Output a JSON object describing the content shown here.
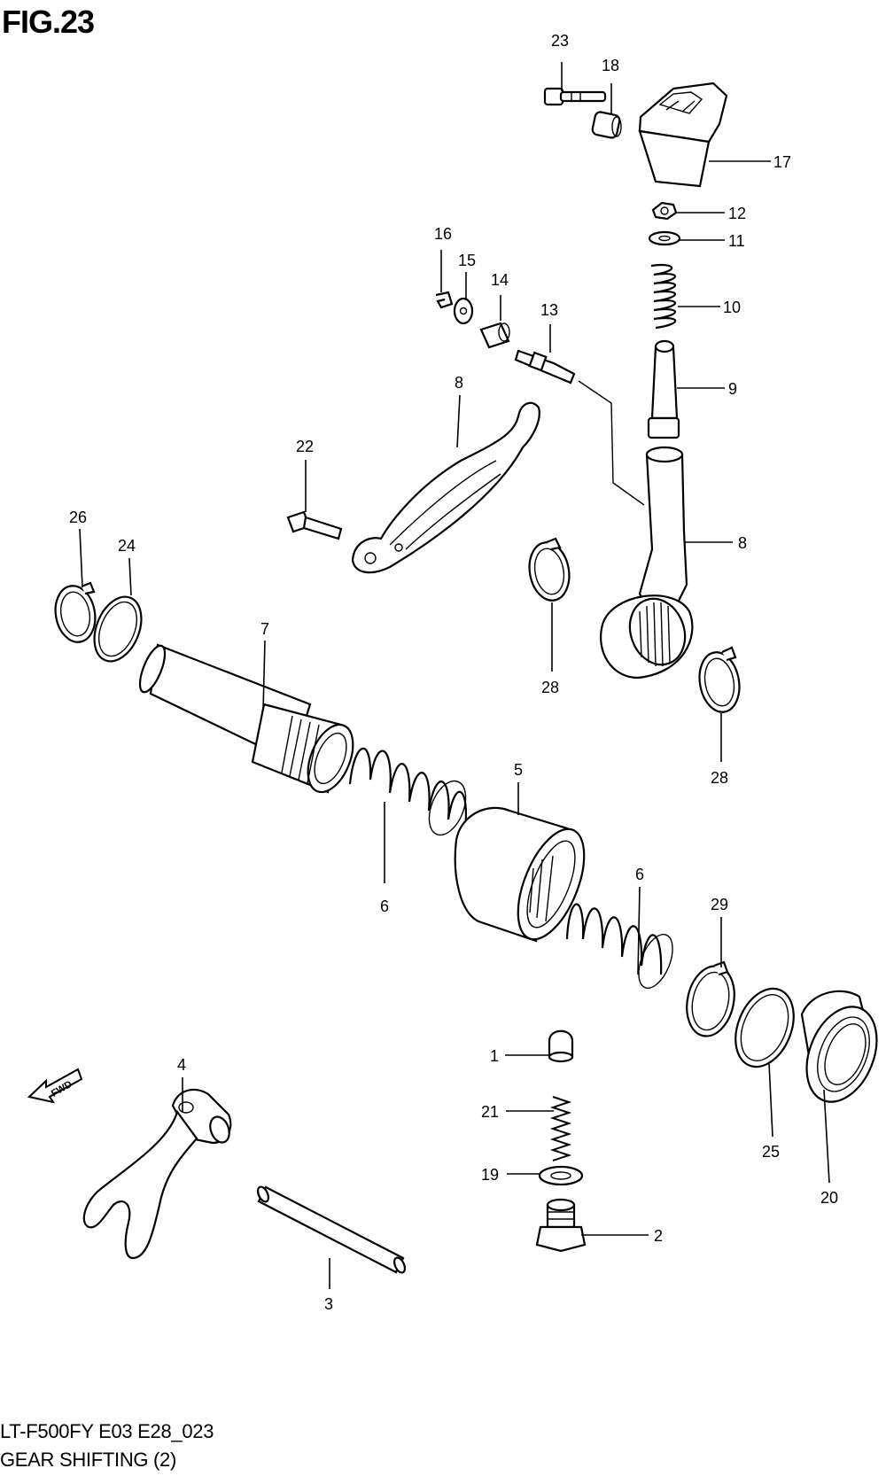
{
  "figure": {
    "title": "FIG.23",
    "model_code": "LT-F500FY E03 E28_023",
    "caption": "GEAR SHIFTING (2)",
    "fwd_label": "FWD"
  },
  "callouts": [
    {
      "ref": "1",
      "label": "1"
    },
    {
      "ref": "2",
      "label": "2"
    },
    {
      "ref": "3",
      "label": "3"
    },
    {
      "ref": "4",
      "label": "4"
    },
    {
      "ref": "5",
      "label": "5"
    },
    {
      "ref": "6a",
      "label": "6"
    },
    {
      "ref": "6b",
      "label": "6"
    },
    {
      "ref": "7",
      "label": "7"
    },
    {
      "ref": "8",
      "label": "8"
    },
    {
      "ref": "9",
      "label": "9"
    },
    {
      "ref": "10",
      "label": "10"
    },
    {
      "ref": "11",
      "label": "11"
    },
    {
      "ref": "12",
      "label": "12"
    },
    {
      "ref": "13",
      "label": "13"
    },
    {
      "ref": "14",
      "label": "14"
    },
    {
      "ref": "15",
      "label": "15"
    },
    {
      "ref": "16",
      "label": "16"
    },
    {
      "ref": "17",
      "label": "17"
    },
    {
      "ref": "18",
      "label": "18"
    },
    {
      "ref": "19",
      "label": "19"
    },
    {
      "ref": "20",
      "label": "20"
    },
    {
      "ref": "21",
      "label": "21"
    },
    {
      "ref": "22",
      "label": "22"
    },
    {
      "ref": "23",
      "label": "23"
    },
    {
      "ref": "24",
      "label": "24"
    },
    {
      "ref": "25",
      "label": "25"
    },
    {
      "ref": "26",
      "label": "26"
    },
    {
      "ref": "27",
      "label": "27"
    },
    {
      "ref": "28a",
      "label": "28"
    },
    {
      "ref": "28b",
      "label": "28"
    },
    {
      "ref": "29",
      "label": "29"
    }
  ]
}
